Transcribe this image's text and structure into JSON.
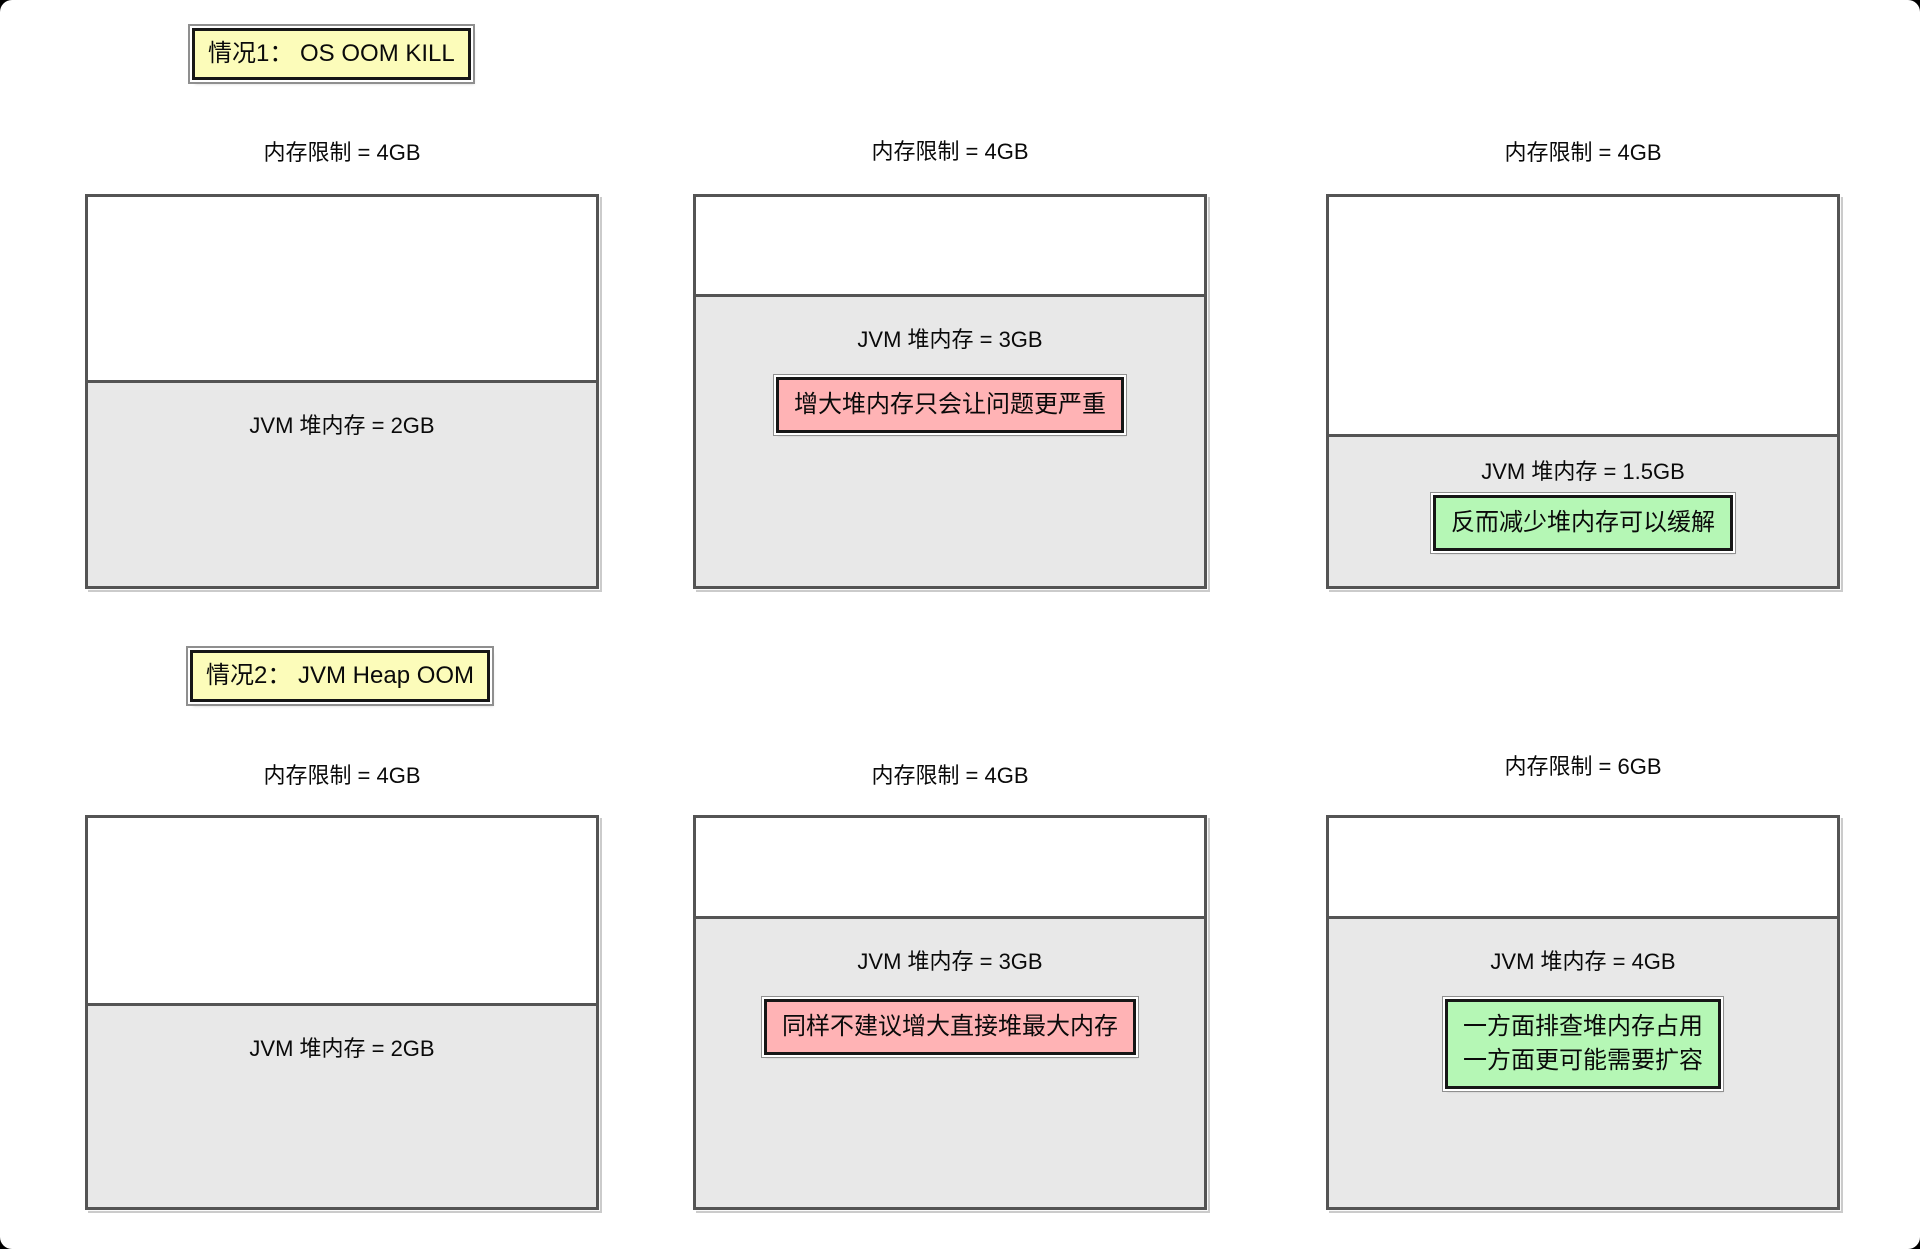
{
  "colors": {
    "badge-yellow": "#fcfcba",
    "warning-pink": "#ffb3b5",
    "advice-green": "#b5f7b5",
    "heap-gray": "#e8e8e8",
    "line-dark": "#545454"
  },
  "sections": [
    {
      "badge": "情况1： OS OOM KILL",
      "panels": [
        {
          "title": "内存限制 = 4GB",
          "heap": "JVM 堆内存 = 2GB"
        },
        {
          "title": "内存限制 = 4GB",
          "heap": "JVM 堆内存 = 3GB",
          "callout": {
            "tone": "red",
            "lines": [
              "增大堆内存只会让问题更严重"
            ]
          }
        },
        {
          "title": "内存限制 = 4GB",
          "heap": "JVM 堆内存 = 1.5GB",
          "callout": {
            "tone": "green",
            "lines": [
              "反而减少堆内存可以缓解"
            ]
          }
        }
      ]
    },
    {
      "badge": "情况2： JVM Heap OOM",
      "panels": [
        {
          "title": "内存限制 = 4GB",
          "heap": "JVM 堆内存 = 2GB"
        },
        {
          "title": "内存限制 = 4GB",
          "heap": "JVM 堆内存 = 3GB",
          "callout": {
            "tone": "red",
            "lines": [
              "同样不建议增大直接堆最大内存"
            ]
          }
        },
        {
          "title": "内存限制 = 6GB",
          "heap": "JVM 堆内存 = 4GB",
          "callout": {
            "tone": "green",
            "lines": [
              "一方面排查堆内存占用",
              "一方面更可能需要扩容"
            ]
          }
        }
      ]
    }
  ]
}
